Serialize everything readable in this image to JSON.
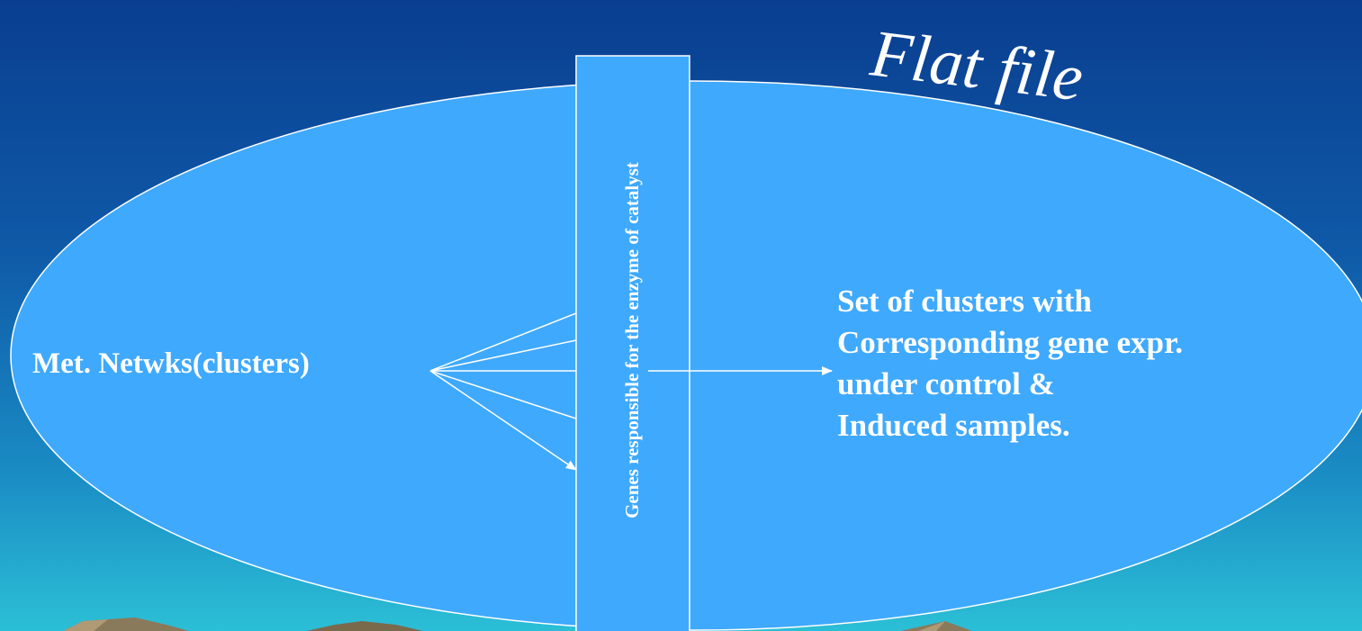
{
  "slide": {
    "title": "Flat file",
    "left_label": "Met. Netwks(clusters)",
    "bar_label": "Genes responsible for the enzyme of catalyst",
    "right_lines": [
      "Set of clusters with",
      "Corresponding gene expr.",
      "under control &",
      "Induced samples."
    ]
  },
  "colors": {
    "background_top": "#0a3e90",
    "background_bottom": "#2bbfd6",
    "ellipse_fill": "#3fa9fd",
    "text": "#ffffff"
  }
}
